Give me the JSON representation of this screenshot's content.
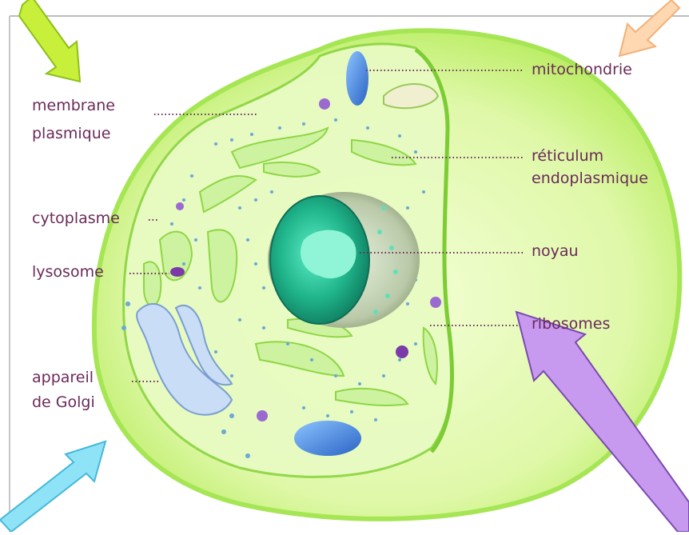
{
  "labels": {
    "membrane_line1": "membrane",
    "membrane_line2": "plasmique",
    "cytoplasme": "cytoplasme",
    "lysosome": "lysosome",
    "golgi_line1": "appareil",
    "golgi_line2": "de Golgi",
    "mitochondrie": "mitochondrie",
    "reticulum_line1": "réticulum",
    "reticulum_line2": "endoplasmique",
    "noyau": "noyau",
    "ribosomes": "ribosomes"
  },
  "colors": {
    "label_text": "#6b2a5a",
    "leader_dots": "#6b2a5a",
    "cell_fill": "#d6f59a",
    "cell_edge": "#9ee04a",
    "nucleus": "#1fb38a",
    "mitochondria": "#3a7fd6",
    "golgi": "#a9c9ee",
    "lysosome": "#7a3aa8",
    "arrow_green": "#c8f03a",
    "arrow_peach": "#ffd7b0",
    "arrow_cyan": "#8fe3f7",
    "arrow_purple": "#c79af0"
  },
  "arrows": [
    "green-arrow-icon",
    "peach-arrow-icon",
    "cyan-arrow-icon",
    "purple-arrow-icon"
  ]
}
